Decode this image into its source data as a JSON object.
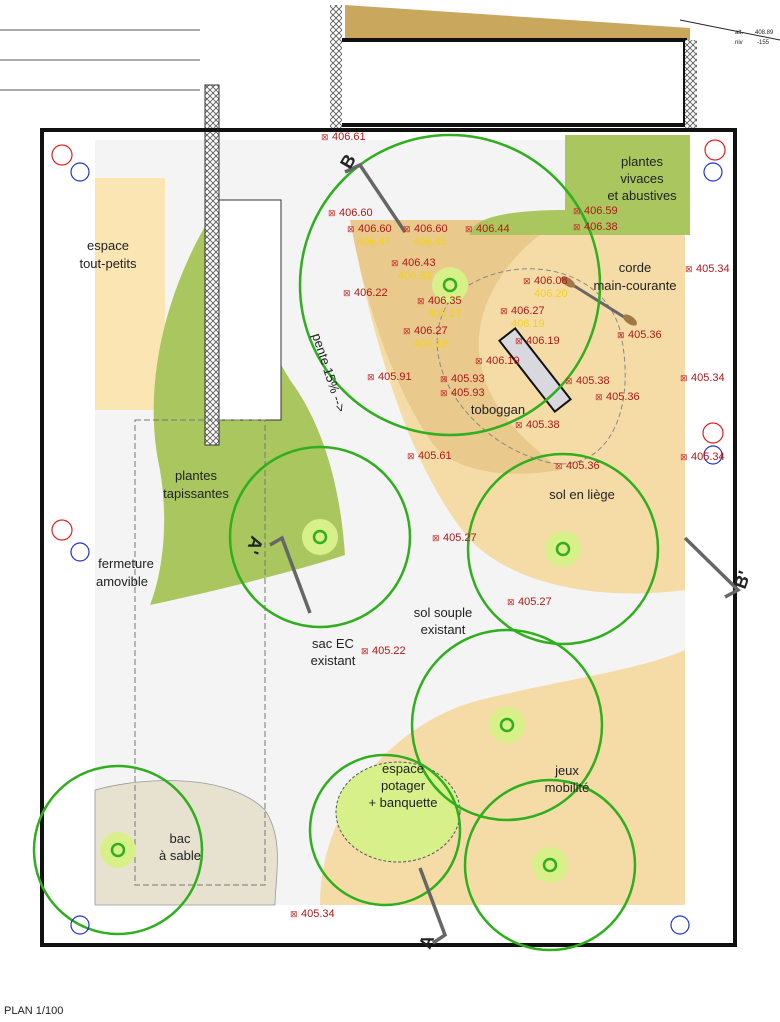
{
  "plan_title": "PLAN 1/100",
  "alt_label": "alt.",
  "alt_value": "408.89",
  "niv_label": "niv",
  "niv_value": "-155",
  "zones": {
    "tout_petits": [
      "espace",
      "tout-petits"
    ],
    "plantes_vivaces": [
      "plantes",
      "vivaces",
      "et abustives"
    ],
    "corde": [
      "corde",
      "main-courante"
    ],
    "toboggan": "toboggan",
    "pente": "pente 15% -->",
    "plantes_tapissantes": [
      "plantes",
      "tapissantes"
    ],
    "sol_liege": "sol en liège",
    "fermeture": [
      "fermeture",
      "amovible"
    ],
    "sol_souple": [
      "sol souple",
      "existant"
    ],
    "sac_ec": [
      "sac EC",
      "existant"
    ],
    "potager": [
      "espace",
      "potager",
      "+ banquette"
    ],
    "jeux": [
      "jeux",
      "mobilité"
    ],
    "bac": [
      "bac",
      "à sable"
    ]
  },
  "sections": {
    "b": "B",
    "b_prime": "B'",
    "a": "A",
    "a_prime": "A'"
  },
  "elevations": [
    "406.61",
    "406.60",
    "406.60",
    "406.60",
    "406.44",
    "406.59",
    "406.38",
    "406.43",
    "406.22",
    "406.35",
    "406.08",
    "406.27",
    "406.27",
    "406.19",
    "406.19",
    "405.93",
    "405.93",
    "405.91",
    "405.38",
    "405.36",
    "405.38",
    "405.61",
    "405.36",
    "405.34",
    "405.36",
    "405.34",
    "405.34",
    "405.27",
    "405.27",
    "405.22",
    "405.34"
  ],
  "elevations_secondary": [
    "406.47",
    "406.45",
    "406.33",
    "406.27",
    "406.20",
    "406.19",
    "406.19"
  ],
  "colors": {
    "tree_ring": "#2fae1e",
    "tan": "#f5dca6",
    "tan_dark": "#e9c98c",
    "green": "#a9c75e",
    "lime": "#d8f08a"
  }
}
